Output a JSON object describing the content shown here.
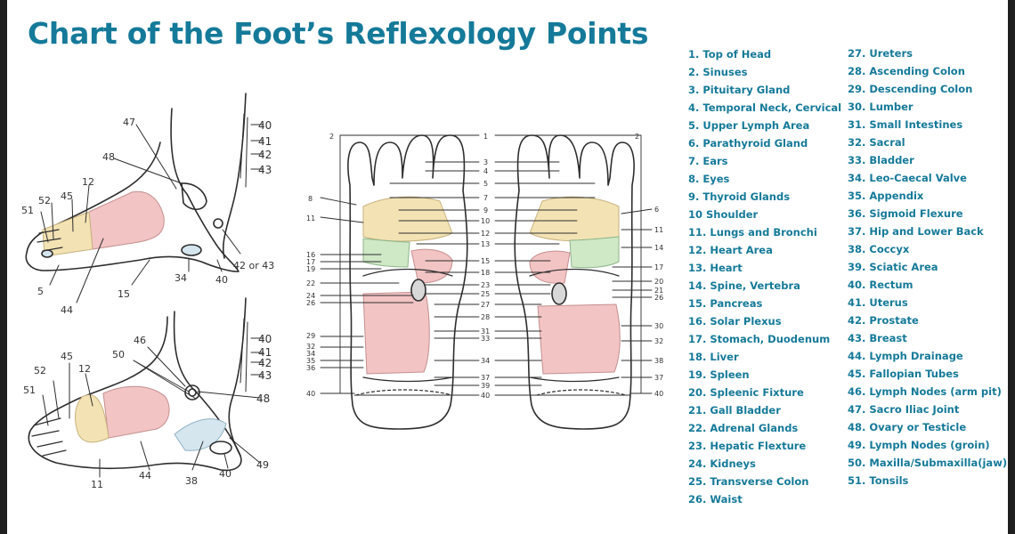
{
  "title": "Chart of the Foot’s Reflexology Points",
  "colors": {
    "title": "#157a99",
    "legend_text": "#157a99",
    "zone_pink": "#f2c4c4",
    "zone_yellow": "#f3e3b4",
    "zone_green": "#cfe8c6",
    "zone_blue": "#d5e6ef"
  },
  "legend": {
    "col1": [
      "1. Top of Head",
      "2. Sinuses",
      "3. Pituitary Gland",
      "4. Temporal Neck, Cervical",
      "5. Upper Lymph Area",
      "6. Parathyroid Gland",
      "7. Ears",
      "8. Eyes",
      "9. Thyroid Glands",
      "10 Shoulder",
      "11. Lungs and Bronchi",
      "12. Heart Area",
      "13. Heart",
      "14. Spine, Vertebra",
      "15. Pancreas",
      "16. Solar Plexus",
      "17. Stomach, Duodenum",
      "18. Liver",
      "19. Spleen",
      "20. Spleenic Fixture",
      "21. Gall Bladder",
      "22. Adrenal Glands",
      "23. Hepatic Flexture",
      "24. Kidneys",
      "25. Transverse Colon",
      "26. Waist"
    ],
    "col2": [
      "27. Ureters",
      "28. Ascending Colon",
      "29. Descending Colon",
      "30. Lumber",
      "31. Small Intestines",
      "32. Sacral",
      "33. Bladder",
      "34. Leo-Caecal Valve",
      "35. Appendix",
      "36. Sigmoid Flexure",
      "37. Hip and Lower Back",
      "38. Coccyx",
      "39. Sciatic Area",
      "40. Rectum",
      "41. Uterus",
      "42. Prostate",
      "43. Breast",
      "44. Lymph Drainage",
      "45. Fallopian Tubes",
      "46. Lymph Nodes (arm pit)",
      "47. Sacro Iliac Joint",
      "48. Ovary or Testicle",
      "49. Lymph Nodes (groin)",
      "50. Maxilla/Submaxilla(jaw)",
      "51. Tonsils"
    ]
  },
  "diagram_labels": {
    "inner_foot": [
      "47",
      "48",
      "12",
      "52",
      "45",
      "51",
      "5",
      "15",
      "44",
      "34",
      "40",
      "42 or 43",
      "40",
      "41",
      "42",
      "43"
    ],
    "outer_foot": [
      "46",
      "50",
      "45",
      "12",
      "52",
      "51",
      "11",
      "44",
      "38",
      "40",
      "49",
      "48",
      "40",
      "41",
      "42",
      "43"
    ],
    "left_sole": [
      "2",
      "8",
      "11",
      "16",
      "17",
      "19",
      "22",
      "24",
      "26",
      "29",
      "32",
      "34",
      "35",
      "36",
      "40"
    ],
    "center": [
      "1",
      "3",
      "4",
      "5",
      "7",
      "9",
      "10",
      "12",
      "13",
      "15",
      "18",
      "23",
      "25",
      "27",
      "28",
      "31",
      "33",
      "34",
      "37",
      "39",
      "40"
    ],
    "right_sole": [
      "2",
      "6",
      "11",
      "14",
      "17",
      "20",
      "21",
      "26",
      "30",
      "32",
      "38",
      "37",
      "40"
    ]
  }
}
